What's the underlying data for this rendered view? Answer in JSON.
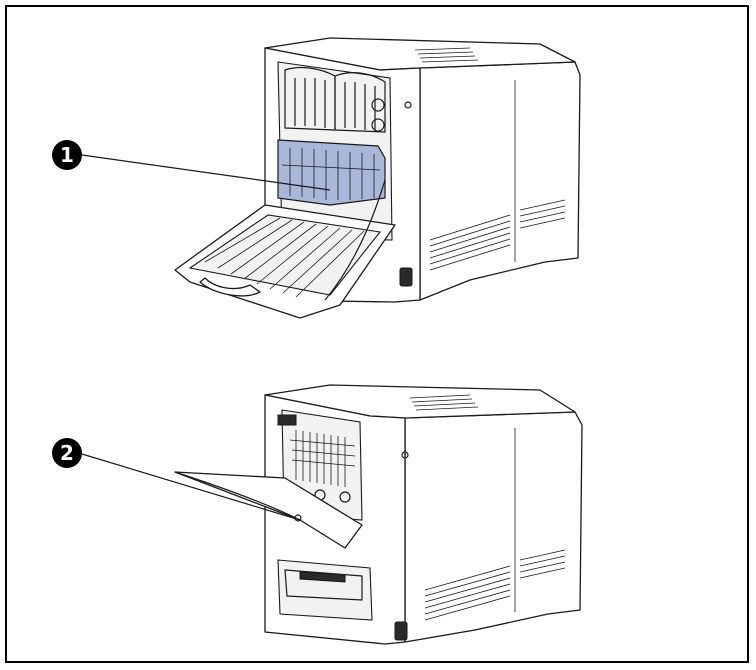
{
  "callouts": [
    {
      "id": "1",
      "label": "1"
    },
    {
      "id": "2",
      "label": "2"
    }
  ],
  "colors": {
    "border": "#000000",
    "callout_fill": "#000000",
    "fuser_highlight": "#a9b8d8"
  }
}
